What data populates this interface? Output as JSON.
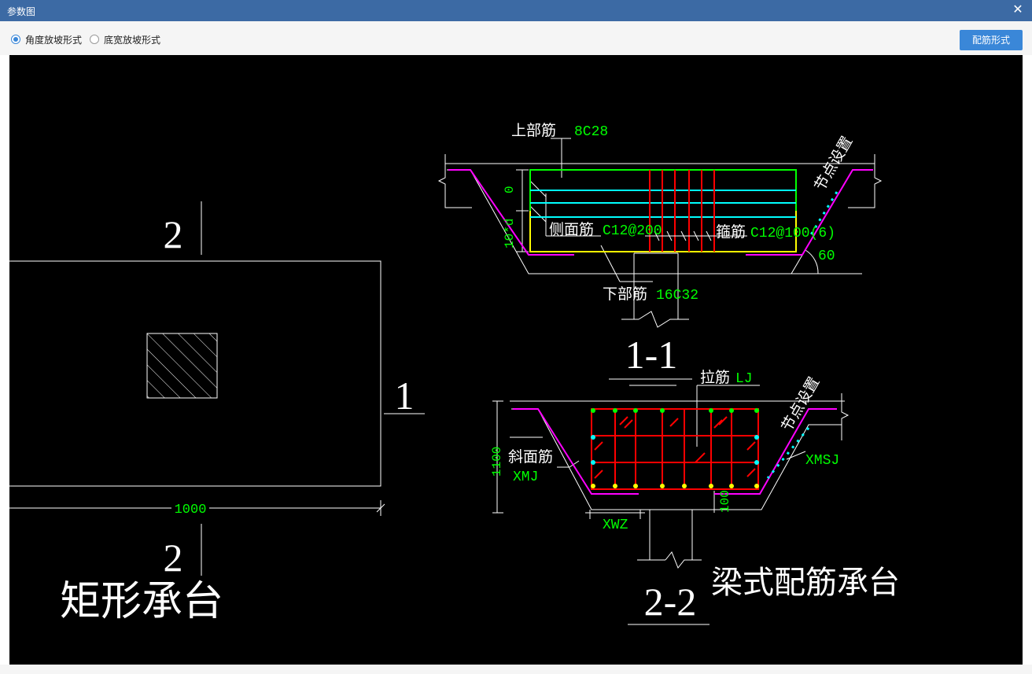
{
  "window": {
    "title": "参数图"
  },
  "toolbar": {
    "radio_angle": "角度放坡形式",
    "radio_width": "底宽放坡形式",
    "config_button": "配筋形式"
  },
  "drawing": {
    "left": {
      "section_top": "2",
      "section_right": "1",
      "section_bottom": "2",
      "dim_width": "1000",
      "title": "矩形承台"
    },
    "s11": {
      "top_bar_label": "上部筋",
      "top_bar_value": "8C28",
      "dim_zero": "0",
      "dim_10d": "10*d",
      "side_bar_label": "侧面筋",
      "side_bar_value": "C12@200",
      "stirrup_label": "箍筋",
      "stirrup_value": "C12@100(6)",
      "node_label": "节点设置",
      "angle_value": "60",
      "bottom_bar_label": "下部筋",
      "bottom_bar_value": "16C32",
      "section_name": "1-1"
    },
    "s22": {
      "tie_label": "拉筋",
      "tie_value": "LJ",
      "node_label": "节点设置",
      "dim_height": "1100",
      "slope_label": "斜面筋",
      "slope_value": "XMJ",
      "xmsj": "XMSJ",
      "xwz": "XWZ",
      "dim_100": "100",
      "section_name": "2-2",
      "title": "梁式配筋承台"
    }
  },
  "colors": {
    "title_bar": "#3c6aa4",
    "canvas": "#000000",
    "accent_button": "#3a87d8",
    "cad_white": "#ffffff",
    "cad_green": "#00ff00",
    "cad_red": "#ff0000",
    "cad_magenta": "#ff00ff",
    "cad_cyan": "#00ffff",
    "cad_yellow": "#ffff00"
  }
}
